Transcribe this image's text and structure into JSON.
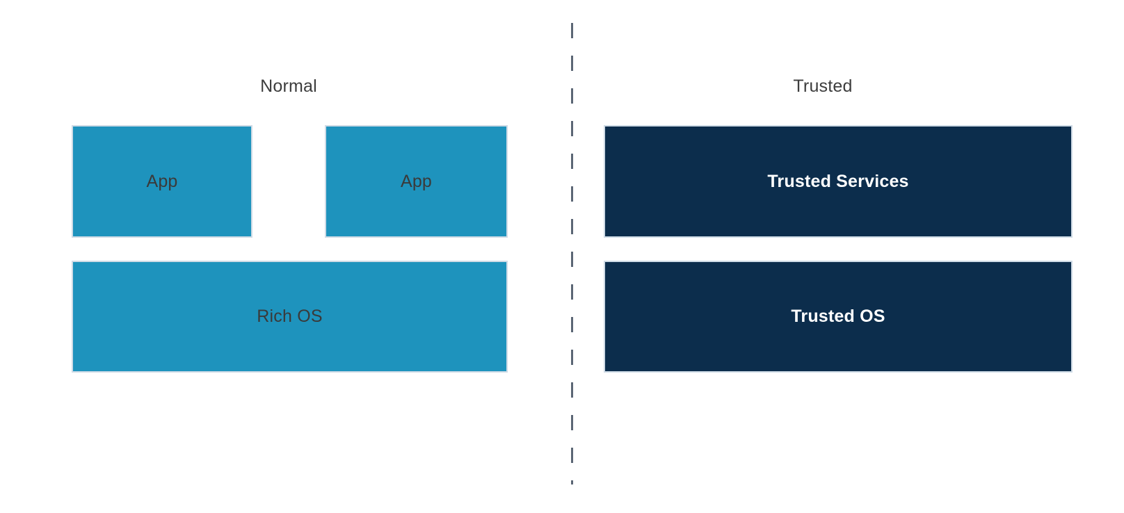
{
  "diagram": {
    "type": "two-column-block-diagram",
    "background_color": "#ffffff",
    "columns": [
      {
        "id": "normal-world",
        "title": "Normal",
        "accent_color": "#1e93bd",
        "blocks": [
          {
            "id": "app-left",
            "label": "App"
          },
          {
            "id": "app-right",
            "label": "App"
          },
          {
            "id": "rich-os",
            "label": "Rich OS"
          }
        ]
      },
      {
        "id": "trusted-world",
        "title": "Trusted",
        "accent_color": "#0c2d4c",
        "blocks": [
          {
            "id": "trusted-services",
            "label": "Trusted Services"
          },
          {
            "id": "trusted-os",
            "label": "Trusted OS"
          }
        ]
      }
    ],
    "divider": {
      "name": "world-separator",
      "style": "dashed-vertical",
      "color": "#5b6675"
    },
    "colors": {
      "normal_block": "#1e93bd",
      "trusted_block": "#0c2d4c",
      "block_border": "#cfdbe6",
      "title_text": "#3d3d3d",
      "normal_block_text": "#3a3a3a",
      "trusted_block_text": "#ffffff",
      "divider": "#5b6675"
    }
  }
}
